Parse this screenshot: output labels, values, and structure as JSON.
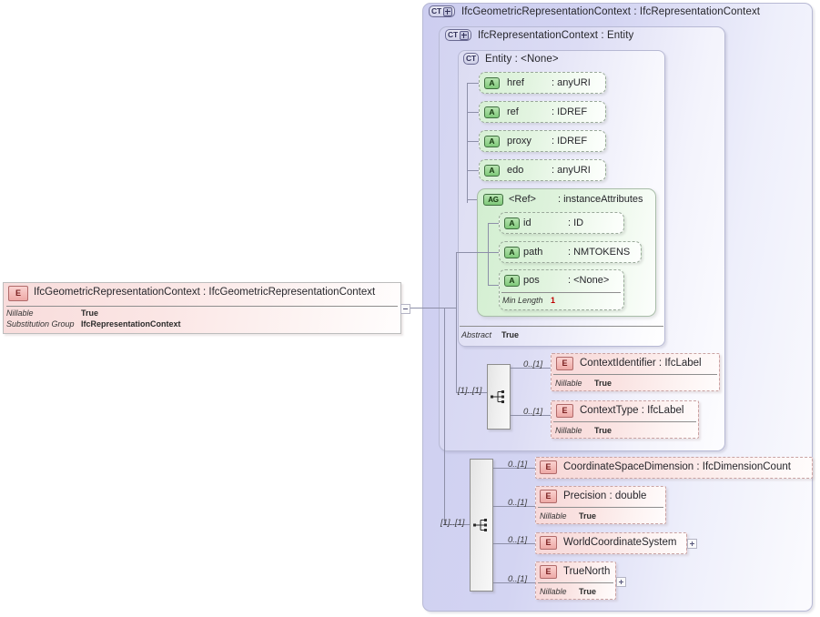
{
  "diagram": {
    "type": "xsd-schema-diagram",
    "title": "IfcGeometricRepresentationContext",
    "colors": {
      "complex_type_fill": "#d3d4f2",
      "attribute_fill": "#e2f4e0",
      "element_fill": "#fae3e2",
      "facet_value": "#c00000",
      "connector_line": "#8d8fa8"
    }
  },
  "root_element": {
    "badge": "E",
    "title": "IfcGeometricRepresentationContext : IfcGeometricRepresentationContext",
    "properties": [
      {
        "key": "Nillable",
        "value": "True"
      },
      {
        "key": "Substitution Group",
        "value": "IfcRepresentationContext"
      }
    ],
    "expander": "minus-expander-icon"
  },
  "containers": {
    "outer": {
      "badge": "CT",
      "badge_icon": "plus-icon",
      "title": "IfcGeometricRepresentationContext : IfcRepresentationContext"
    },
    "middle": {
      "badge": "CT",
      "badge_icon": "plus-icon",
      "title": "IfcRepresentationContext : Entity"
    },
    "entity": {
      "badge": "CT",
      "title": "Entity     : <None>",
      "name": "Entity",
      "type": ": <None>",
      "footer": {
        "key": "Abstract",
        "value": "True"
      }
    }
  },
  "attributes": [
    {
      "badge": "A",
      "name": "href",
      "type": ": anyURI"
    },
    {
      "badge": "A",
      "name": "ref",
      "type": ": IDREF"
    },
    {
      "badge": "A",
      "name": "proxy",
      "type": ": IDREF"
    },
    {
      "badge": "A",
      "name": "edo",
      "type": ": anyURI"
    }
  ],
  "attribute_group": {
    "badge": "AG",
    "name": "<Ref>",
    "type": ": instanceAttributes",
    "members": [
      {
        "badge": "A",
        "name": "id",
        "type": ": ID"
      },
      {
        "badge": "A",
        "name": "path",
        "type": ": NMTOKENS"
      },
      {
        "badge": "A",
        "name": "pos",
        "type": ": <None>",
        "facet": {
          "key": "Min Length",
          "value": "1"
        }
      }
    ]
  },
  "sequences": [
    {
      "name": "sequence-upper",
      "occurrence": "[1]..[1]",
      "icon": "sequence-icon"
    },
    {
      "name": "sequence-lower",
      "occurrence": "[1]..[1]",
      "icon": "sequence-icon"
    }
  ],
  "child_elements_upper": [
    {
      "badge": "E",
      "occurrence": "0..[1]",
      "title": "ContextIdentifier : IfcLabel",
      "properties": [
        {
          "key": "Nillable",
          "value": "True"
        }
      ]
    },
    {
      "badge": "E",
      "occurrence": "0..[1]",
      "title": "ContextType : IfcLabel",
      "properties": [
        {
          "key": "Nillable",
          "value": "True"
        }
      ]
    }
  ],
  "child_elements_lower": [
    {
      "badge": "E",
      "occurrence": "0..[1]",
      "title": "CoordinateSpaceDimension : IfcDimensionCount",
      "properties": []
    },
    {
      "badge": "E",
      "occurrence": "0..[1]",
      "title": "Precision : double",
      "properties": [
        {
          "key": "Nillable",
          "value": "True"
        }
      ]
    },
    {
      "badge": "E",
      "occurrence": "0..[1]",
      "title": "WorldCoordinateSystem",
      "properties": [],
      "expander": "plus-expander-icon"
    },
    {
      "badge": "E",
      "occurrence": "0..[1]",
      "title": "TrueNorth",
      "properties": [
        {
          "key": "Nillable",
          "value": "True"
        }
      ],
      "expander": "plus-expander-icon"
    }
  ]
}
